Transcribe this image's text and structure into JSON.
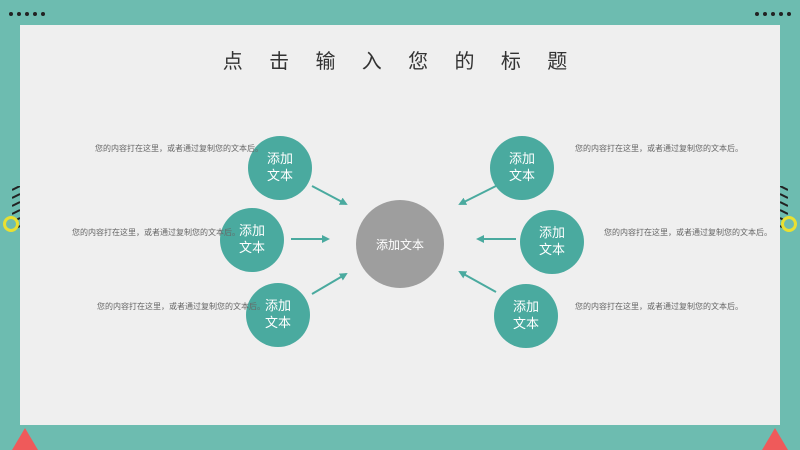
{
  "title": "点 击 输 入 您 的 标 题",
  "center": {
    "label": "添加文本"
  },
  "nodes": [
    {
      "label": "添加\n文本",
      "desc": "您的内容打在这里，或者通过复制您的文本后。"
    },
    {
      "label": "添加\n文本",
      "desc": "您的内容打在这里，或者通过复制您的文本后。"
    },
    {
      "label": "添加\n文本",
      "desc": "您的内容打在这里，或者通过复制您的文本后。"
    },
    {
      "label": "添加\n文本",
      "desc": "您的内容打在这里，或者通过复制您的文本后。"
    },
    {
      "label": "添加\n文本",
      "desc": "您的内容打在这里，或者通过复制您的文本后。"
    },
    {
      "label": "添加\n文本",
      "desc": "您的内容打在这里，或者通过复制您的文本后。"
    }
  ],
  "colors": {
    "frame": "#6dbcb0",
    "panel": "#efefef",
    "node": "#4aaa9f",
    "center": "#9e9e9e",
    "arrow": "#4aaa9f",
    "accent_ring": "#e8e032",
    "corner_triangle": "#ef5a5a"
  }
}
